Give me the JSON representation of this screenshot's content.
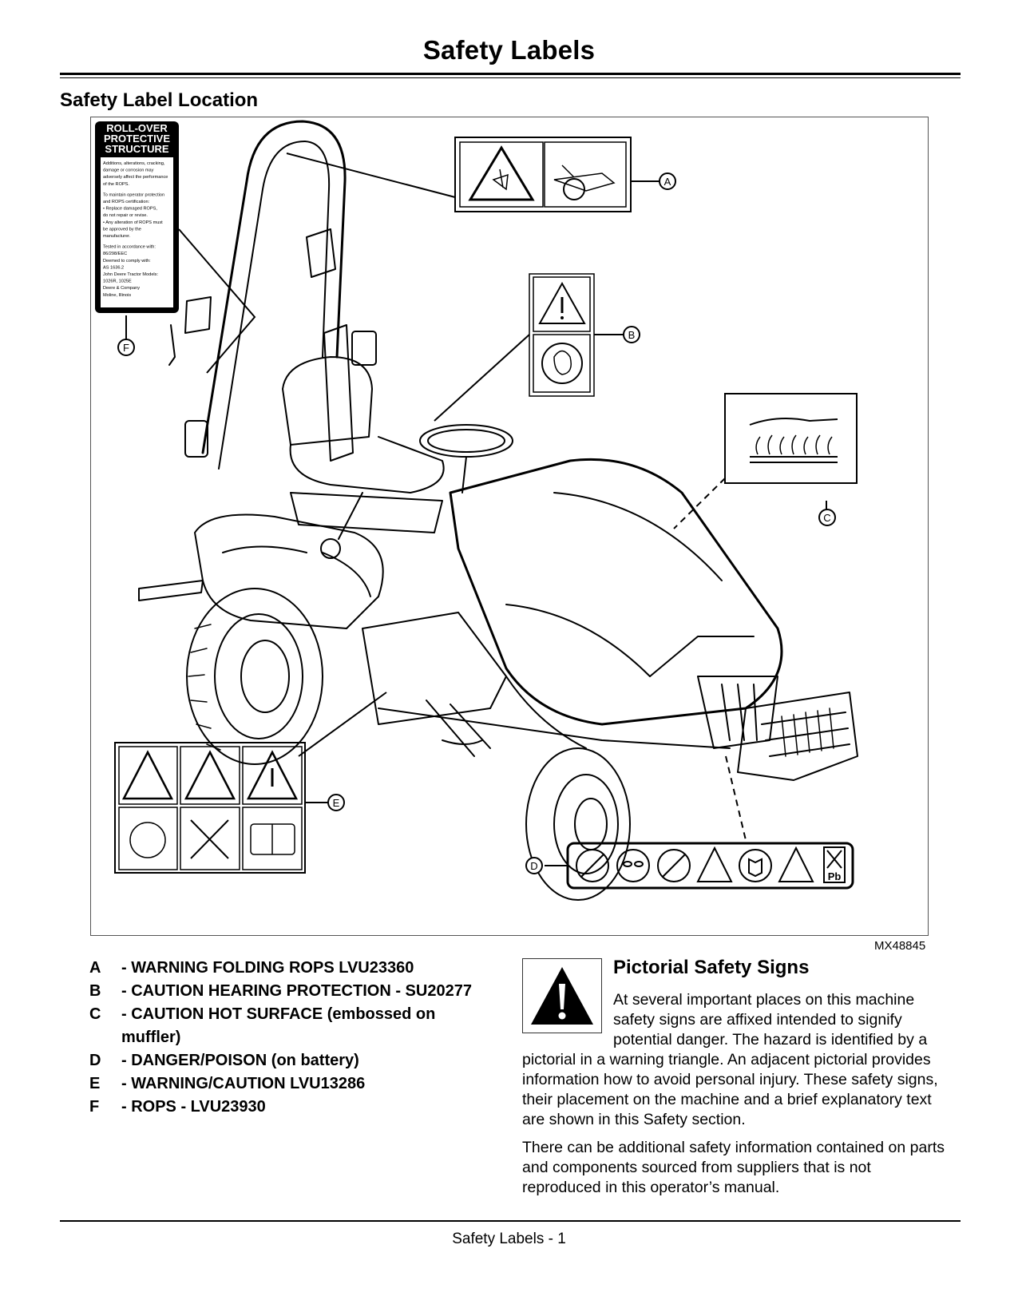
{
  "header": {
    "title": "Safety Labels"
  },
  "section": {
    "title": "Safety Label Location"
  },
  "figure": {
    "id": "MX48845",
    "rops_label": {
      "heading": [
        "ROLL-OVER",
        "PROTECTIVE",
        "STRUCTURE"
      ],
      "body_lines": [
        "Additions, alterations, cracking,",
        "damage or corrosion may",
        "adversely affect the performance",
        "of the ROPS.",
        "",
        "To maintain operator protection",
        "and ROPS certification:",
        "• Replace damaged ROPS,",
        "  do not repair or revise.",
        "• Any alteration of ROPS must",
        "  be approved by the",
        "  manufacturer.",
        "",
        "Tested in accordance with:",
        "86/298/EEC",
        "Deemed to comply with:",
        "AS 1636.2",
        "John Deere Tractor Models:",
        "1026R, 1025E",
        "Deere & Company",
        "Moline, Illinois"
      ]
    },
    "callouts": [
      "A",
      "B",
      "C",
      "D",
      "E",
      "F"
    ],
    "battery_label_text": "Pb"
  },
  "legend": [
    {
      "key": "A",
      "text": "- WARNING FOLDING ROPS LVU23360"
    },
    {
      "key": "B",
      "text": "- CAUTION HEARING PROTECTION - SU20277"
    },
    {
      "key": "C",
      "text": "- CAUTION HOT SURFACE (embossed on muffler)"
    },
    {
      "key": "D",
      "text": "- DANGER/POISON (on battery)"
    },
    {
      "key": "E",
      "text": "- WARNING/CAUTION LVU13286"
    },
    {
      "key": "F",
      "text": "- ROPS - LVU23930"
    }
  ],
  "pictorial": {
    "title": "Pictorial Safety Signs",
    "paragraphs": [
      "At several important places on this machine safety signs are affixed intended to signify potential danger. The hazard is identified by a pictorial in a warning triangle. An adjacent pictorial provides information how to avoid personal injury. These safety signs, their placement on the machine and a brief explanatory text are shown in this Safety section.",
      "There can be additional safety information contained on parts and components sourced from suppliers that is not reproduced in this operator’s manual."
    ]
  },
  "footer": {
    "text": "Safety Labels - 1"
  }
}
